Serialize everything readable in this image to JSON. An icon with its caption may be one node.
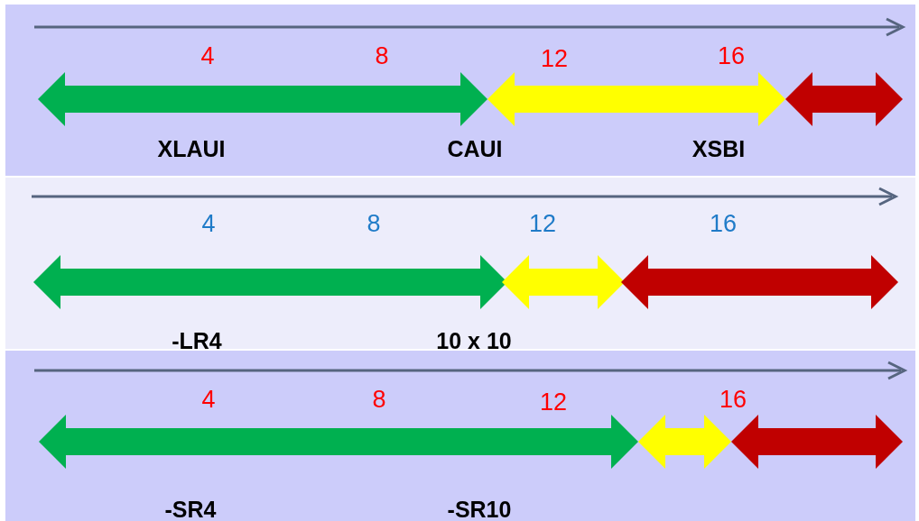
{
  "diagram": {
    "nodes": [
      {
        "text": [
          "4",
          "8",
          "12",
          "16",
          "XLAUI",
          "CAUI",
          "XSBI"
        ]
      },
      {
        "text": [
          "4",
          "8",
          "12",
          "16",
          "-LR4",
          "10 x 10"
        ]
      },
      {
        "text": [
          "4",
          "8",
          "12",
          "16",
          "-SR4",
          "-SR10"
        ]
      }
    ]
  }
}
